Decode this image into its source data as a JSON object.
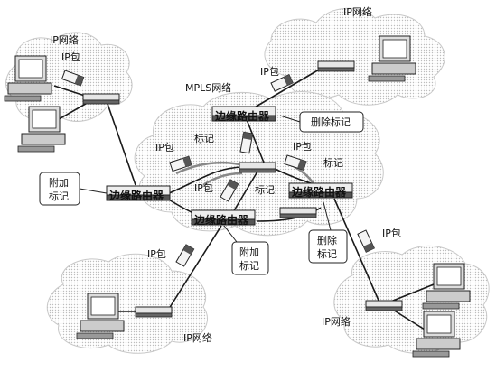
{
  "labels": {
    "ip_network_tl": "IP网络",
    "ip_network_tr": "IP网络",
    "ip_network_bl": "IP网络",
    "ip_network_br": "IP网络",
    "mpls_network": "MPLS网络",
    "ip_packet_tl": "IP包",
    "ip_packet_tr": "IP包",
    "ip_packet_mid_left": "IP包",
    "ip_packet_mid_right": "IP包",
    "ip_packet_center": "IP包",
    "ip_packet_bl": "IP包",
    "ip_packet_br": "IP包",
    "label_1": "标记",
    "label_2": "标记",
    "label_3": "标记",
    "edge_router_top": "边缘路由器",
    "edge_router_left": "边缘路由器",
    "edge_router_right": "边缘路由器",
    "edge_router_bottom": "边缘路由器"
  },
  "callouts": {
    "remove_label_top": "删除标记",
    "attach_label_left_1": "附加",
    "attach_label_left_2": "标记",
    "attach_label_bottom_1": "附加",
    "attach_label_bottom_2": "标记",
    "remove_label_right_1": "删除",
    "remove_label_right_2": "标记"
  },
  "colors": {
    "line": "#1a1a1a",
    "cloud": "#cfcfcf",
    "device": "#7a7a7a"
  }
}
